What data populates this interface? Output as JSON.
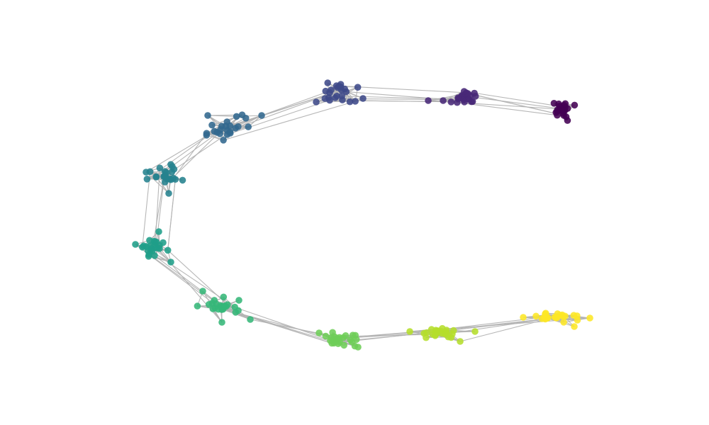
{
  "graph": {
    "node_color_scale": "viridis",
    "edge_color": "#b3b3b3",
    "clusters": [
      {
        "id": 0,
        "color": "#440154",
        "node_count": 22
      },
      {
        "id": 1,
        "color": "#482878",
        "node_count": 22
      },
      {
        "id": 2,
        "color": "#3e4989",
        "node_count": 22
      },
      {
        "id": 3,
        "color": "#31688e",
        "node_count": 22
      },
      {
        "id": 4,
        "color": "#26828e",
        "node_count": 22
      },
      {
        "id": 5,
        "color": "#1f9e89",
        "node_count": 22
      },
      {
        "id": 6,
        "color": "#35b779",
        "node_count": 22
      },
      {
        "id": 7,
        "color": "#6ece58",
        "node_count": 22
      },
      {
        "id": 8,
        "color": "#b5de2b",
        "node_count": 22
      },
      {
        "id": 9,
        "color": "#fde725",
        "node_count": 22
      }
    ]
  }
}
